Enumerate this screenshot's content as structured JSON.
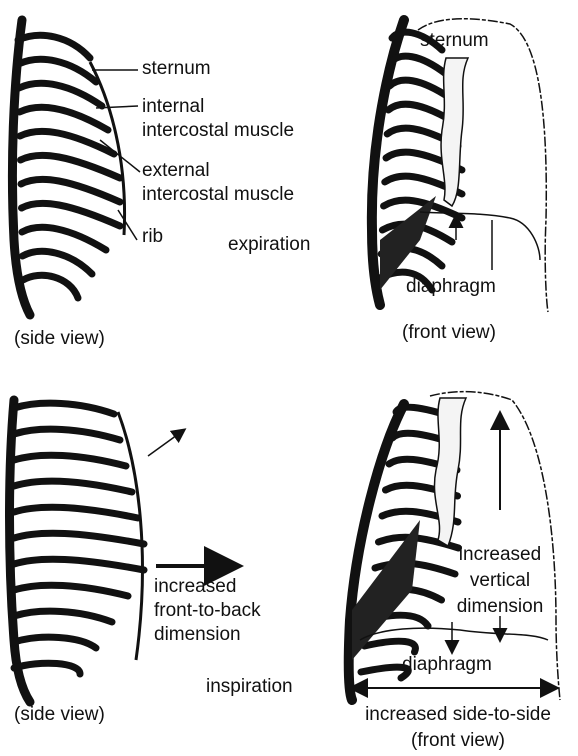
{
  "colors": {
    "ink": "#111111",
    "paper": "#ffffff"
  },
  "panels": {
    "expiration_side": {
      "sternum": "sternum",
      "internal_1": "internal",
      "internal_2": "intercostal muscle",
      "external_1": "external",
      "external_2": "intercostal muscle",
      "rib": "rib",
      "view": "(side view)"
    },
    "expiration_label": "expiration",
    "expiration_front": {
      "sternum": "sternum",
      "diaphragm": "diaphragm",
      "view": "(front view)"
    },
    "inspiration_side": {
      "increase_1": "increased",
      "increase_2": "front-to-back",
      "increase_3": "dimension",
      "view": "(side view)"
    },
    "inspiration_label": "inspiration",
    "inspiration_front": {
      "vertical_1": "increased",
      "vertical_2": "vertical",
      "vertical_3": "dimension",
      "diaphragm": "diaphragm",
      "side_to_side": "increased side-to-side",
      "view": "(front view)"
    }
  }
}
